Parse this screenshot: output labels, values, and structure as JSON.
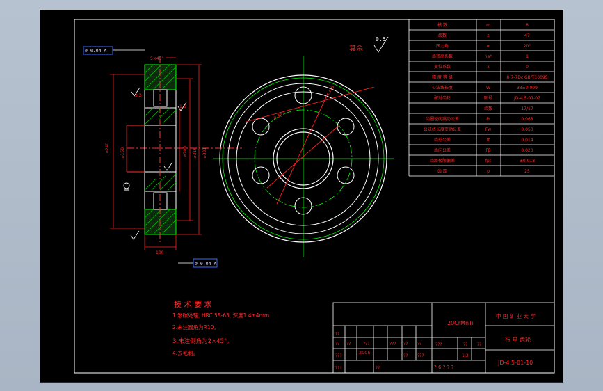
{
  "drawing": {
    "top_label_left": "0.5",
    "surface_note": "其余",
    "roughness_value": "0.5",
    "datum_top": "⌀ 0.04 A",
    "datum_bottom": "⌀ 0.04 A",
    "dim_width": "100",
    "dim_top": "5×45°",
    "dim_d1": "⌀240",
    "dim_d2": "⌀150",
    "dim_d3": "⌀200",
    "dim_d4": "⌀316",
    "dim_d5": "⌀331",
    "dim_pcd": "⌀ 30",
    "dim_circle": "⌀316",
    "roughness_a": "3.2",
    "roughness_b": "1.6"
  },
  "params": [
    [
      "模 数",
      "m",
      "8"
    ],
    [
      "齿数",
      "z",
      "47"
    ],
    [
      "压力角",
      "α",
      "20°"
    ],
    [
      "齿顶高系数",
      "ha*",
      "1"
    ],
    [
      "变位系数",
      "x",
      "0"
    ],
    [
      "精 度 等 级",
      "",
      "8-7-7Dc GB/T10095"
    ],
    [
      "公法线长度",
      "W",
      "33±0.009"
    ],
    [
      "配对齿轮",
      "图号",
      "JD-4.5-01-07"
    ],
    [
      "",
      "齿数",
      "17/17"
    ],
    [
      "齿圈径向跳动公差",
      "Fr",
      "0.063"
    ],
    [
      "公法线长度变动公差",
      "Fw",
      "0.050"
    ],
    [
      "齿形公差",
      "ff",
      "0.014"
    ],
    [
      "齿向公差",
      "Fβ",
      "0.020"
    ],
    [
      "齿距极限偏差",
      "fpt",
      "±0.018"
    ],
    [
      "齿 距",
      "p",
      "25"
    ]
  ],
  "tech": {
    "title": "技 术 要 求",
    "items": [
      "1.渗碳处理, HRC 58-63, 深度1.4±4mm",
      "2.未注圆角为R10。",
      "3.未注倒角为2×45°。",
      "4.去毛刺。"
    ]
  },
  "title_block": {
    "material": "20CrMnTi",
    "company": "中 国 矿 业 大 学",
    "part_name": "行 星 齿轮",
    "drawing_no": "JD-4.5-01-10",
    "row_labels": [
      "??",
      "??",
      "??",
      "???",
      "???",
      "???",
      "???"
    ],
    "scale_cells": [
      "???",
      "??",
      "??",
      "??",
      "??",
      "???",
      "??",
      "??"
    ],
    "date": "2005",
    "weight": "1:2",
    "sheet": "? 6 ?  ? ?"
  }
}
